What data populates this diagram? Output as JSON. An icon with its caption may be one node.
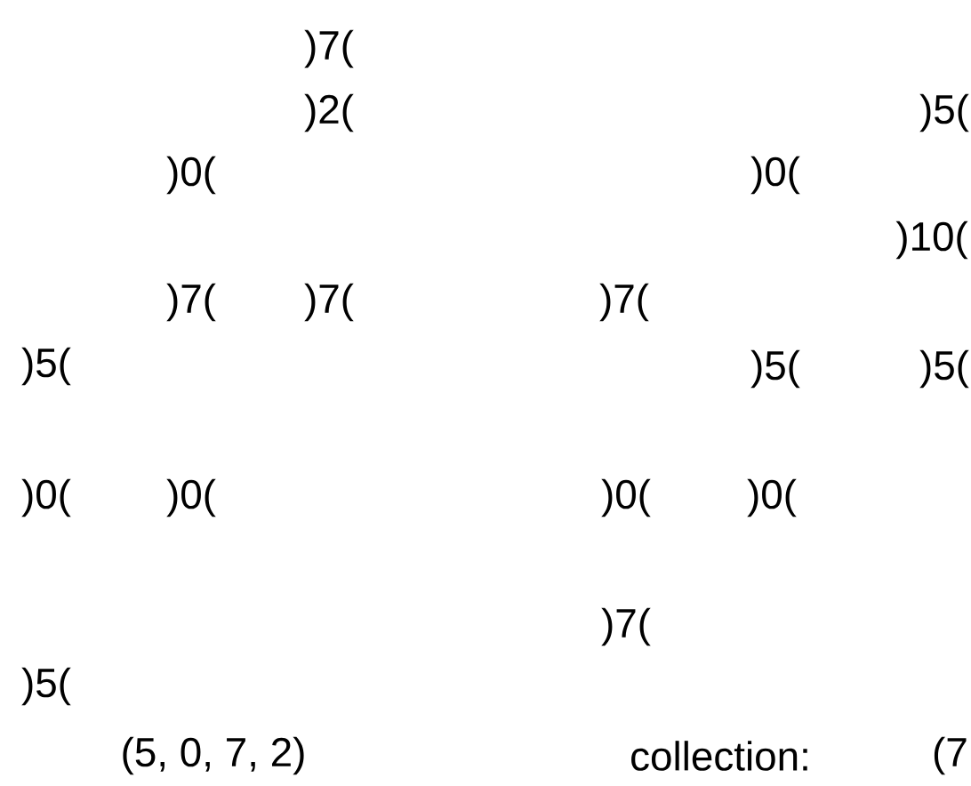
{
  "diagram": {
    "labels": [
      ")7(",
      ")2(",
      ")5(",
      ")0(",
      ")0(",
      ")10(",
      ")7(",
      ")7(",
      ")7(",
      ")5(",
      ")5(",
      ")5(",
      ")0(",
      ")0(",
      ")0(",
      ")0(",
      ")7(",
      ")5(",
      "(5, 0, 7, 2)",
      "collection:",
      "(7"
    ]
  }
}
